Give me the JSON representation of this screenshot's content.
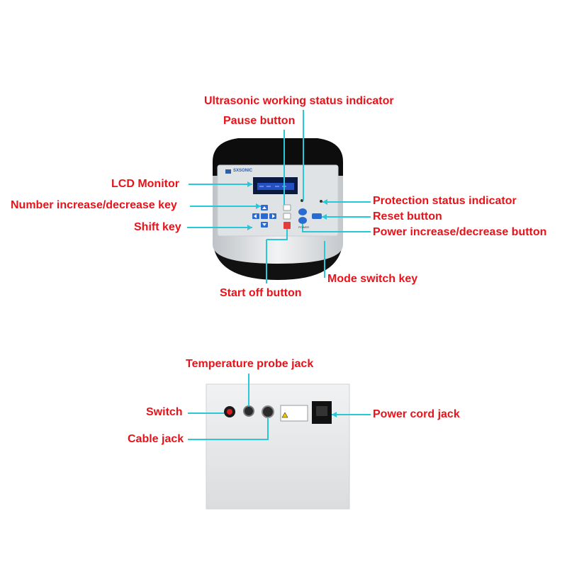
{
  "colors": {
    "label": "#e8131a",
    "leader": "#29c8d8",
    "panel": "#dfe3e6",
    "lcd": "#0a1a40",
    "key_blue": "#2a6bd1",
    "key_red": "#e23b3b"
  },
  "device": {
    "brand": "SXSONIC",
    "power_caption": "POWER"
  },
  "front_labels": {
    "ultrasonic_status": "Ultrasonic working status indicator",
    "pause": "Pause button",
    "lcd": "LCD Monitor",
    "number_key": "Number increase/decrease key",
    "shift_key": "Shift key",
    "protection": "Protection status indicator",
    "reset": "Reset button",
    "power_key": "Power increase/decrease button",
    "mode_switch": "Mode switch key",
    "start_off": "Start off button"
  },
  "rear_labels": {
    "temp_jack": "Temperature probe jack",
    "switch": "Switch",
    "cable_jack": "Cable jack",
    "power_cord": "Power cord jack"
  }
}
